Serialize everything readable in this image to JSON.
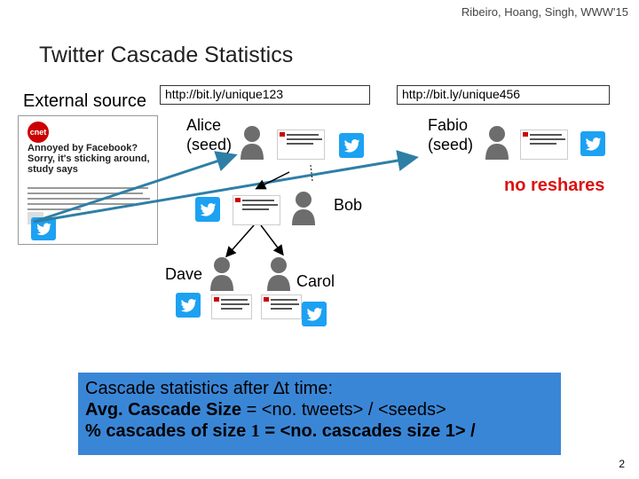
{
  "citation": "Ribeiro, Hoang, Singh, WWW'15",
  "title": "Twitter Cascade Statistics",
  "external_source_label": "External source",
  "article": {
    "logo": "cnet",
    "headline": "Annoyed by Facebook? Sorry, it's sticking around, study says"
  },
  "urls": {
    "left": "http://bit.ly/unique123",
    "right": "http://bit.ly/unique456"
  },
  "nodes": {
    "alice": {
      "name": "Alice",
      "role": "(seed)"
    },
    "fabio": {
      "name": "Fabio",
      "role": "(seed)"
    },
    "bob": {
      "name": "Bob"
    },
    "dave": {
      "name": "Dave"
    },
    "carol": {
      "name": "Carol"
    }
  },
  "no_reshares": "no reshares",
  "stats": {
    "line1": "Cascade statistics after ∆t time:",
    "line2_bold": "Avg. Cascade Size",
    "line2_rest": " = <no. tweets> / <seeds>",
    "line3_bold": "% cascades of size ",
    "line3_num": "1",
    "line3_rest": " = <no. cascades size 1> /"
  },
  "page_number": "2",
  "colors": {
    "arrow": "#2e7fa6",
    "twitter": "#1da1f2",
    "stats_bg": "#3a86d6",
    "no_reshares": "#d11111"
  },
  "icons": [
    "twitter-icon",
    "person-icon",
    "tweet-thumbnail",
    "cnet-article-screenshot"
  ]
}
